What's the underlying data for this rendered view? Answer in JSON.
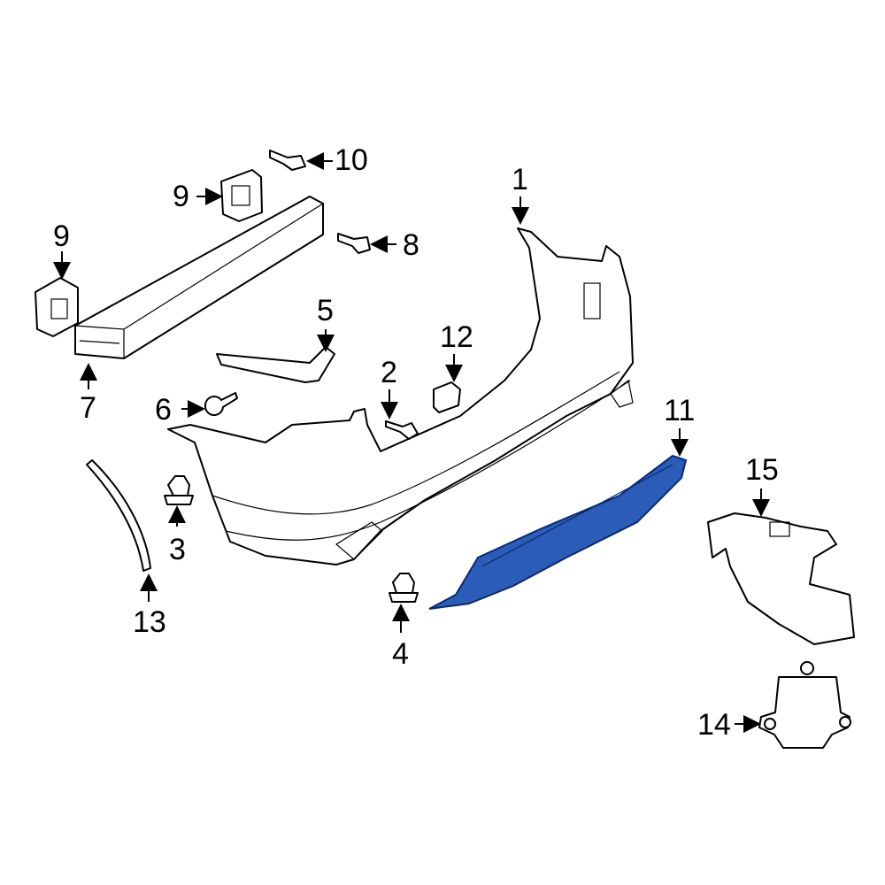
{
  "diagram": {
    "highlight_color": "#2a5cb8",
    "callouts": [
      {
        "id": "c1",
        "text": "1"
      },
      {
        "id": "c2",
        "text": "2"
      },
      {
        "id": "c3",
        "text": "3"
      },
      {
        "id": "c4",
        "text": "4"
      },
      {
        "id": "c5",
        "text": "5"
      },
      {
        "id": "c6",
        "text": "6"
      },
      {
        "id": "c7",
        "text": "7"
      },
      {
        "id": "c8",
        "text": "8"
      },
      {
        "id": "c9a",
        "text": "9"
      },
      {
        "id": "c9b",
        "text": "9"
      },
      {
        "id": "c10",
        "text": "10"
      },
      {
        "id": "c11",
        "text": "11"
      },
      {
        "id": "c12",
        "text": "12"
      },
      {
        "id": "c13",
        "text": "13"
      },
      {
        "id": "c14",
        "text": "14"
      },
      {
        "id": "c15",
        "text": "15"
      }
    ]
  }
}
